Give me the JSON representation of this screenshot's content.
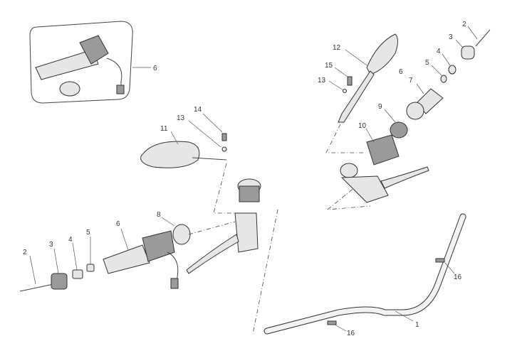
{
  "diagram": {
    "callouts": {
      "inset_6": "6",
      "left_14": "14",
      "left_13": "13",
      "left_11": "11",
      "left_8": "8",
      "left_6": "6",
      "left_5": "5",
      "left_4": "4",
      "left_3": "3",
      "left_2": "2",
      "right_12": "12",
      "right_15": "15",
      "right_13": "13",
      "right_6": "6",
      "right_7": "7",
      "right_5": "5",
      "right_4": "4",
      "right_3": "3",
      "right_2": "2",
      "right_9": "9",
      "right_10": "10",
      "bar_16a": "16",
      "bar_1": "1",
      "bar_16b": "16"
    }
  }
}
